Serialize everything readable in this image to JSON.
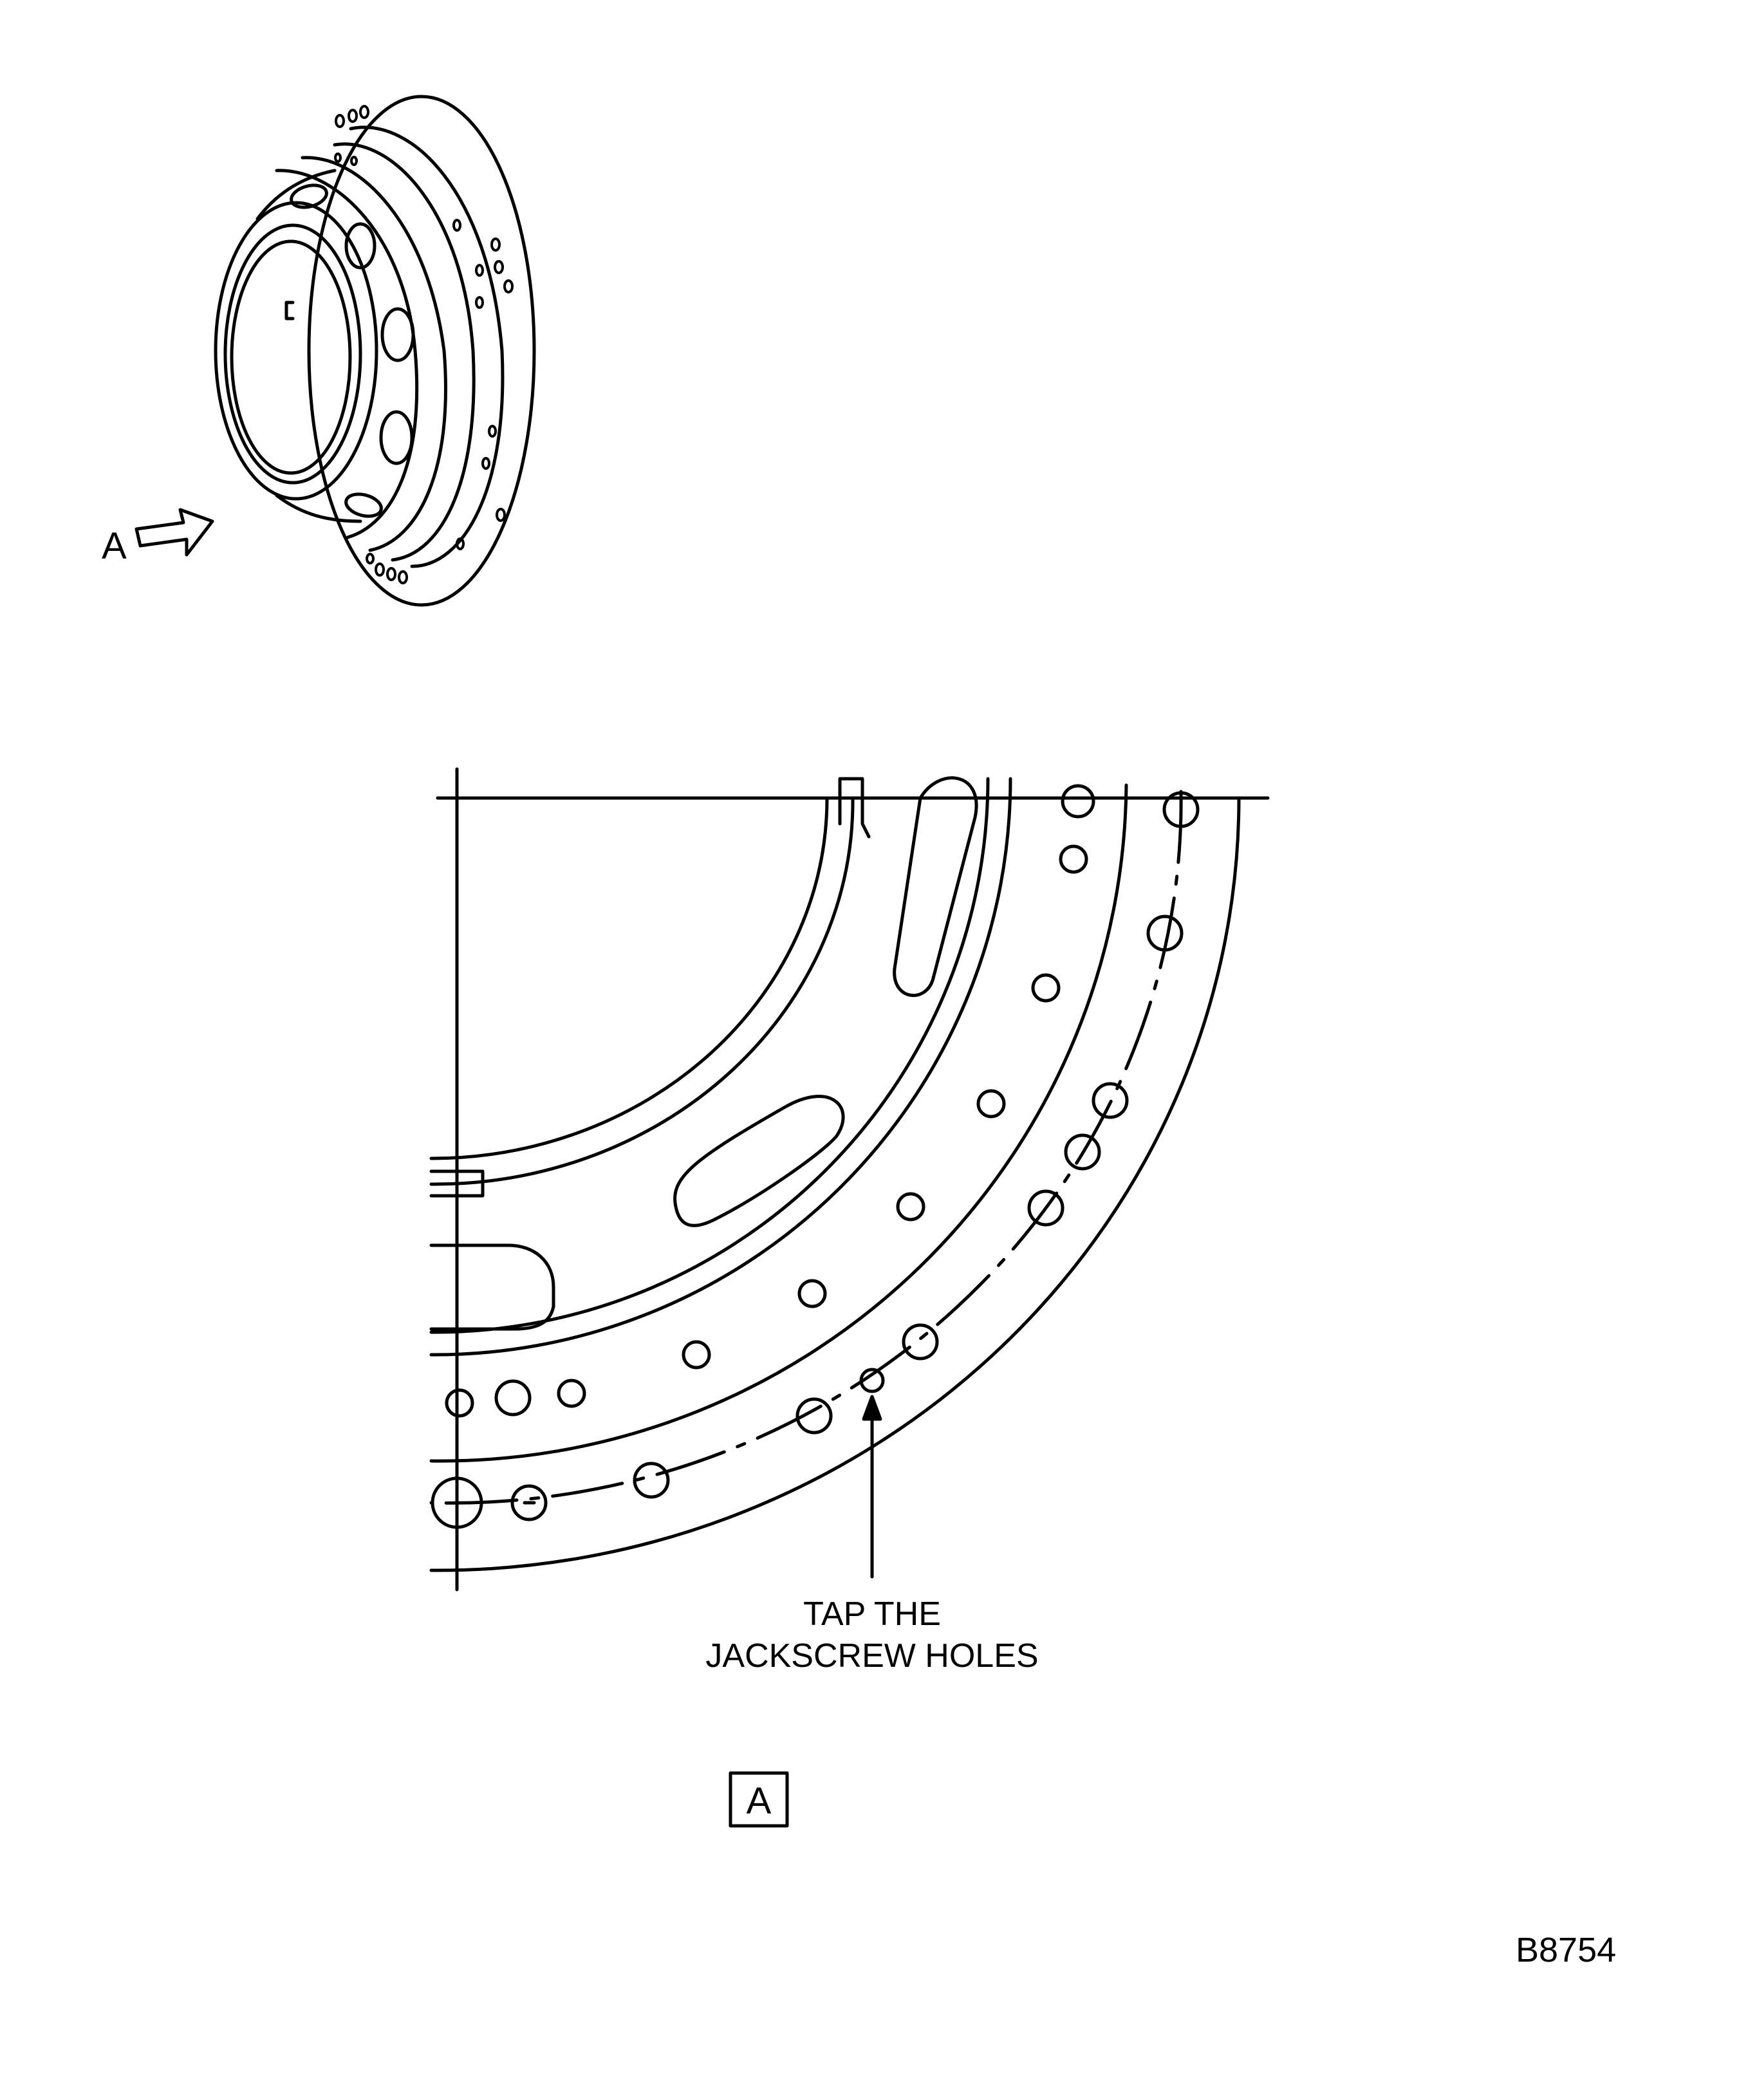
{
  "arrow_label": "A",
  "callout": {
    "line1": "TAP THE",
    "line2": "JACKSCREW HOLES"
  },
  "view_label": "A",
  "figure_id": "B8754",
  "colors": {
    "ink": "#000000",
    "paper": "#ffffff"
  }
}
